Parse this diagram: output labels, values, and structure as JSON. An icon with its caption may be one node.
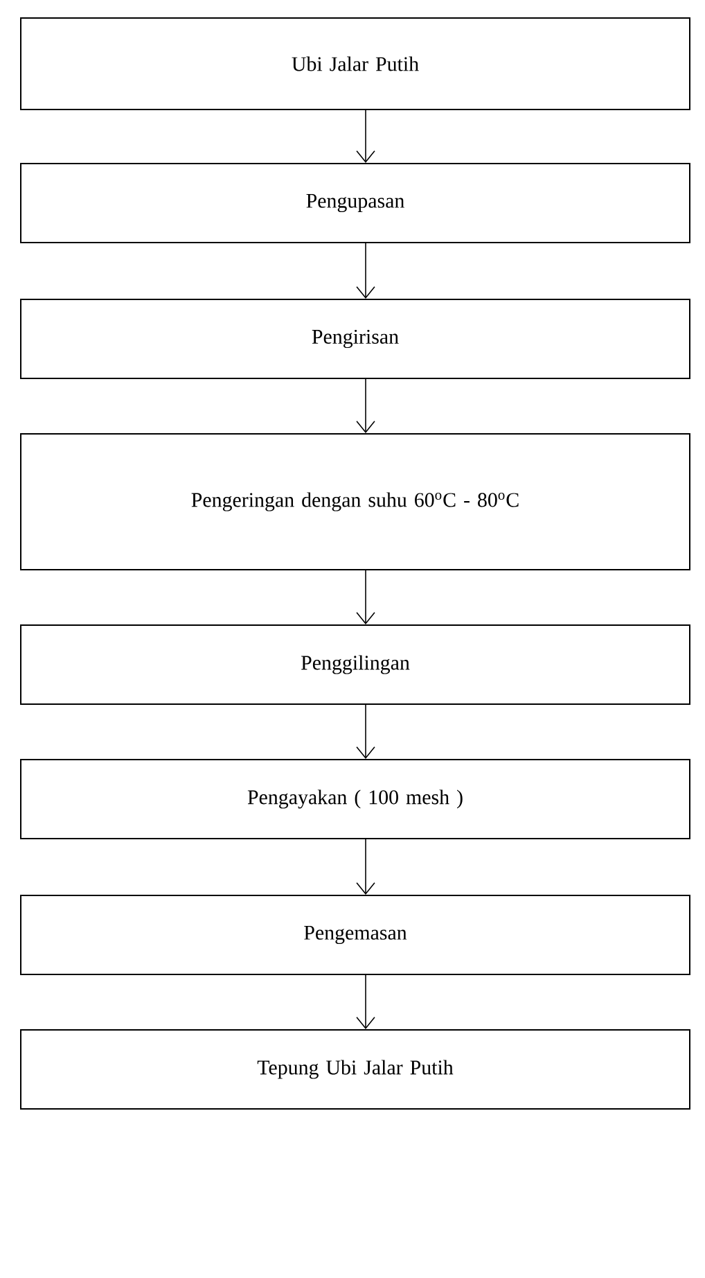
{
  "diagram": {
    "nodes": [
      {
        "text": [
          "Ubi Jalar Putih"
        ]
      },
      {
        "text": [
          "Pengupasan"
        ]
      },
      {
        "text": [
          "Pengirisan"
        ]
      },
      {
        "text": [
          "Pengeringan dengan suhu 60$^{o}$C - 80$^{o}$C"
        ]
      },
      {
        "text": [
          "Penggilingan"
        ]
      },
      {
        "text": [
          "Pengayakan ( 100 mesh )"
        ]
      },
      {
        "text": [
          "Pengemasan"
        ]
      },
      {
        "text": [
          "Tepung Ubi Jalar Putih"
        ]
      }
    ],
    "edges": [
      {
        "from": 0,
        "to": 1,
        "arrow": "to"
      },
      {
        "from": 1,
        "to": 2,
        "arrow": "to"
      },
      {
        "from": 2,
        "to": 3,
        "arrow": "to"
      },
      {
        "from": 3,
        "to": 4,
        "arrow": "to"
      },
      {
        "from": 4,
        "to": 5,
        "arrow": "to"
      },
      {
        "from": 5,
        "to": 6,
        "arrow": "to"
      },
      {
        "from": 6,
        "to": 7,
        "arrow": "to"
      }
    ]
  }
}
